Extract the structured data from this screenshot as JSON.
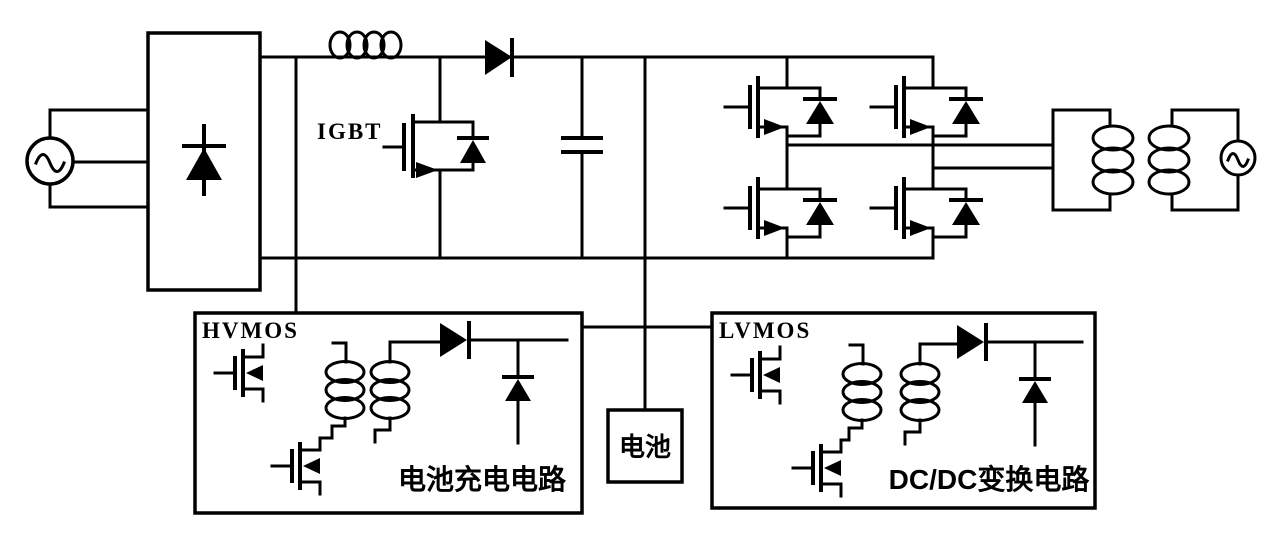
{
  "figure": {
    "background": "#ffffff",
    "stroke_color": "#000000",
    "labels": {
      "igbt": "IGBT",
      "hvmos_title": "HVMOS",
      "hvmos_caption": "电池充电电路",
      "lvmos_title": "LVMOS",
      "lvmos_caption": "DC/DC变换电路",
      "battery": "电池"
    },
    "components": [
      "ac-source-input",
      "bridge-rectifier-block",
      "boost-inductor",
      "igbt-switch",
      "boost-diode",
      "dc-link-capacitor",
      "full-bridge-inverter",
      "primary-coil",
      "secondary-coil",
      "ac-source-output",
      "battery-block",
      "hvmos-charging-circuit-box",
      "lvmos-dcdc-circuit-box"
    ]
  }
}
